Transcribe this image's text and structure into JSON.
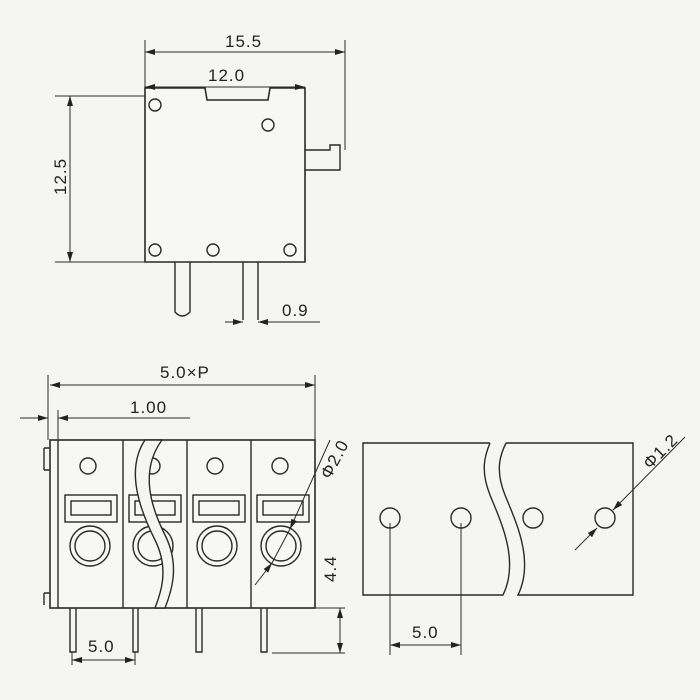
{
  "title": "Terminal block dimension drawing",
  "top_view": {
    "width_overall": "15.5",
    "width_body": "12.0",
    "height": "12.5",
    "pin_width": "0.9"
  },
  "front_view": {
    "length": "5.0×P",
    "edge_offset": "1.00",
    "wire_hole": "Φ2.0",
    "pin_length": "4.4",
    "pitch": "5.0"
  },
  "pcb_layout": {
    "hole_diameter": "Φ1.2",
    "pitch": "5.0"
  }
}
